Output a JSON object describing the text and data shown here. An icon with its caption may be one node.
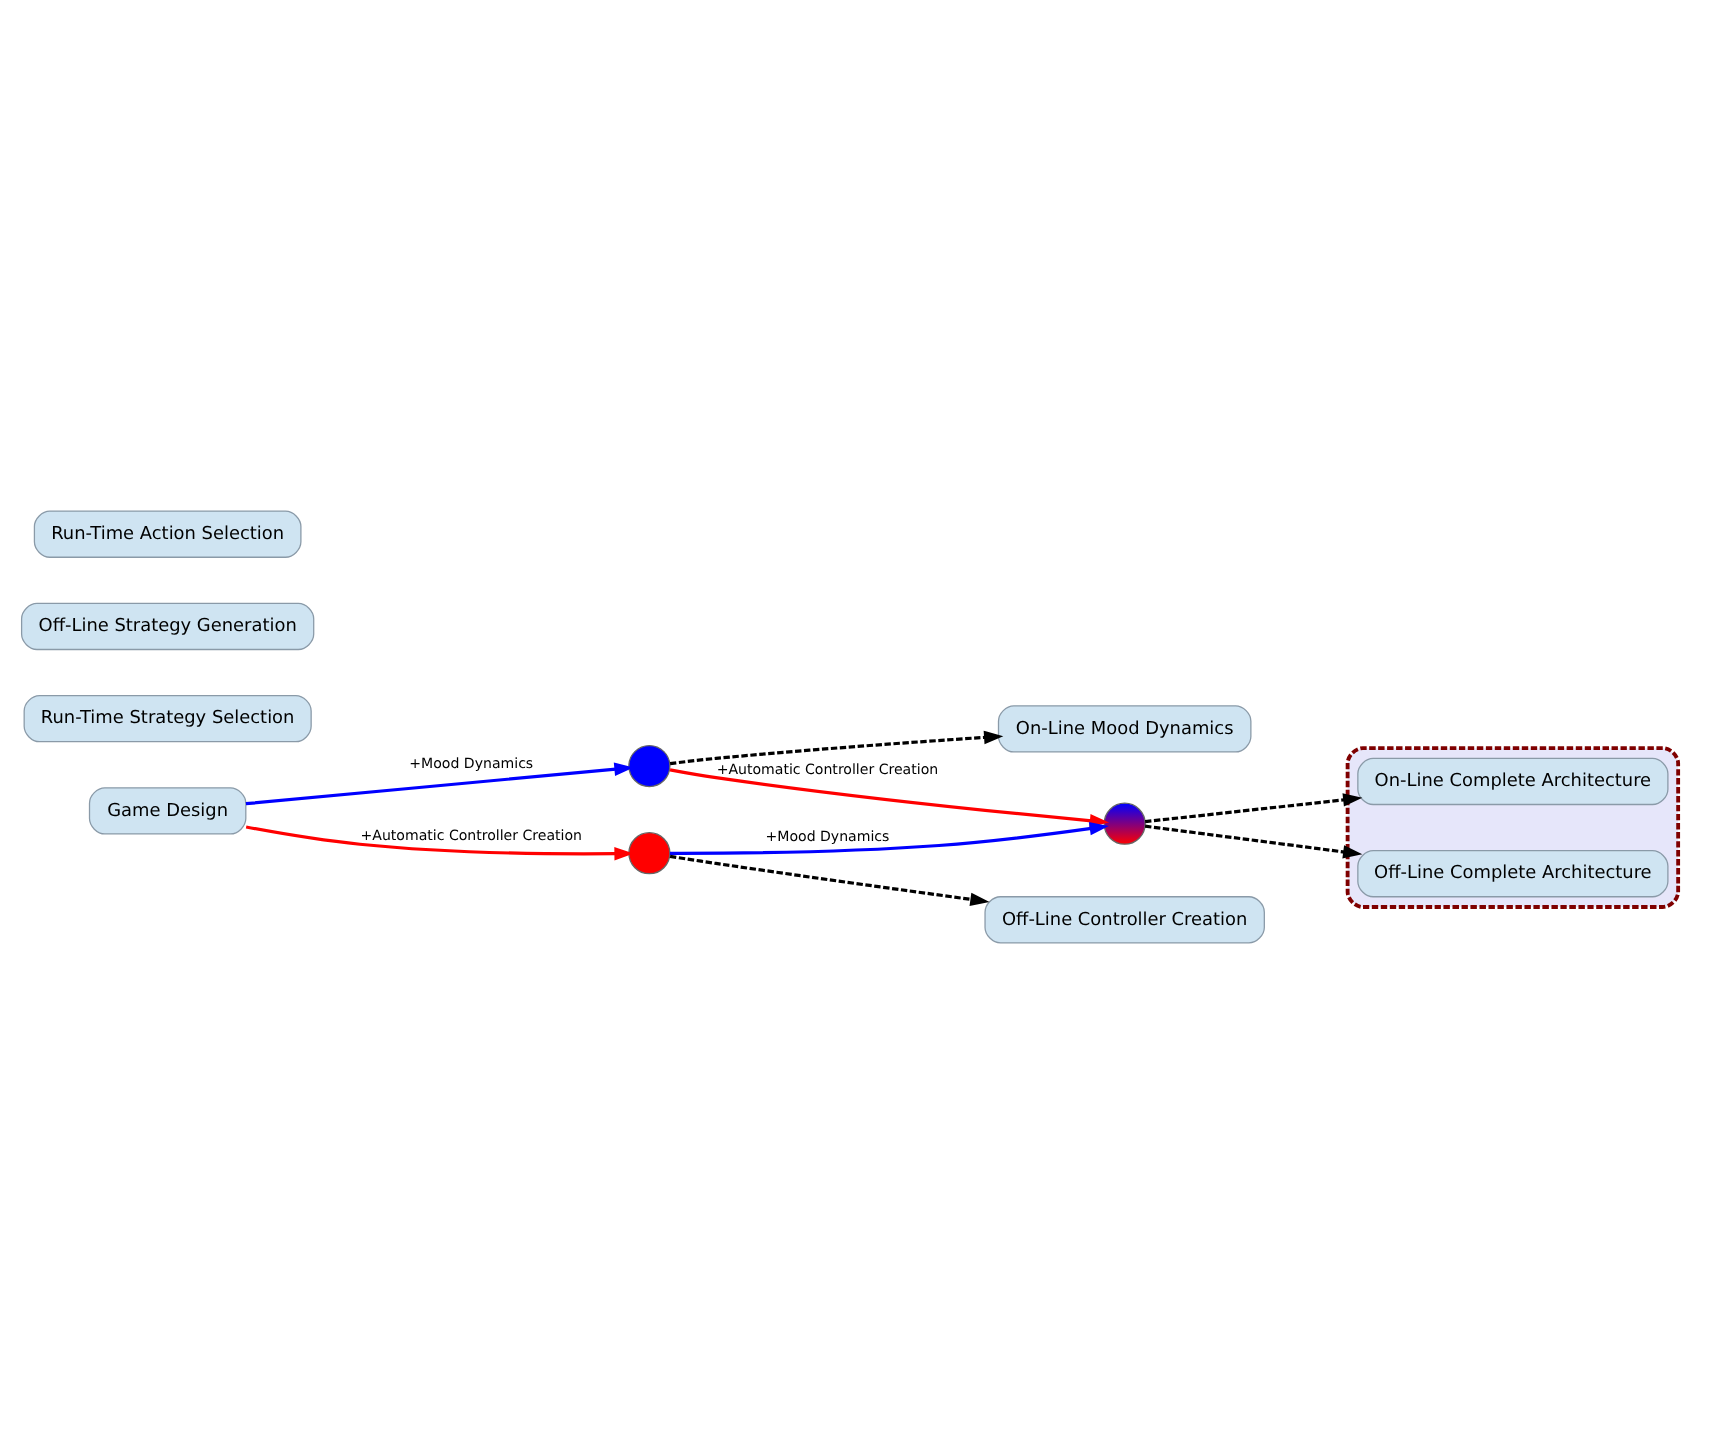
{
  "diagram": {
    "nodes": [
      {
        "text": [
          "Game Design"
        ]
      },
      {
        "text": [],
        "shape": "circle"
      },
      {
        "text": [],
        "shape": "circle"
      },
      {
        "text": [],
        "shape": "circle"
      },
      {
        "text": [
          "On-Line Mood Dynamics"
        ]
      },
      {
        "text": [],
        "shape": "box"
      },
      {
        "text": [
          "On-Line Complete Architecture"
        ],
        "in": 5
      },
      {
        "text": [
          "Off-Line Complete Architecture"
        ],
        "in": 5
      },
      {
        "text": [
          "Off-Line Controller Creation"
        ]
      },
      {
        "text": [
          "Run-Time Strategy Selection"
        ]
      },
      {
        "text": [
          "Off-Line Strategy Generation"
        ]
      },
      {
        "text": [
          "Run-Time Action Selection"
        ]
      }
    ],
    "edges": [
      {
        "from": 0,
        "to": 1,
        "arrow": "to",
        "label": "+Mood Dynamics",
        "color": "#0000ff"
      },
      {
        "from": 0,
        "to": 2,
        "arrow": "to",
        "label": "+Automatic Controller Creation",
        "color": "#ff0000"
      },
      {
        "from": 1,
        "to": 3,
        "arrow": "to",
        "label": "+Automatic Controller Creation",
        "color": "#ff0000"
      },
      {
        "from": 2,
        "to": 3,
        "arrow": "to",
        "label": "+Mood Dynamics",
        "color": "#0000ff"
      },
      {
        "from": 1,
        "to": 4,
        "arrow": "to",
        "style": "dashed"
      },
      {
        "from": 3,
        "to": 6,
        "arrow": "to",
        "style": "dashed"
      },
      {
        "from": 3,
        "to": 7,
        "arrow": "to",
        "style": "dashed"
      },
      {
        "from": 2,
        "to": 8,
        "arrow": "to",
        "style": "dashed"
      }
    ]
  }
}
